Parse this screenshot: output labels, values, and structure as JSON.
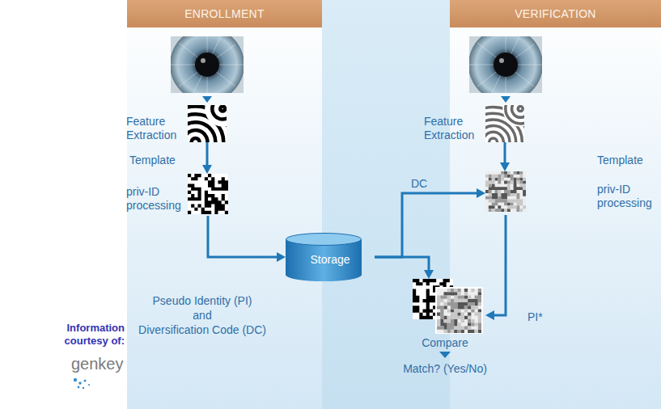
{
  "diagram": {
    "nodes": [
      {
        "text": [
          "ENROLLMENT"
        ]
      },
      {
        "text": [
          "VERIFICATION"
        ]
      },
      {
        "text": [
          "Feature Extraction"
        ]
      },
      {
        "text": [
          "priv-ID processing"
        ]
      },
      {
        "text": [
          "Feature Extraction"
        ]
      },
      {
        "text": [
          "priv-ID processing"
        ]
      },
      {
        "text": [
          "Storage"
        ]
      },
      {
        "text": [
          "Compare"
        ]
      }
    ],
    "edges": [
      {
        "from": 2,
        "to": 3,
        "label": "Template",
        "arrow": "to"
      },
      {
        "from": 3,
        "to": 6,
        "arrow": "to"
      },
      {
        "from": 6,
        "to": 5,
        "label": "DC",
        "arrow": "to"
      },
      {
        "from": 6,
        "to": 7,
        "arrow": "to"
      },
      {
        "from": 4,
        "to": 5,
        "label": "Template",
        "arrow": "to"
      },
      {
        "from": 5,
        "to": 7,
        "arrow": "to"
      }
    ],
    "labels": [
      "Pseudo Identity (PI)",
      "and",
      "Diversification Code (DC)",
      "PI*",
      "Match? (Yes/No)",
      "Information courtesy of:",
      "genkey"
    ]
  }
}
